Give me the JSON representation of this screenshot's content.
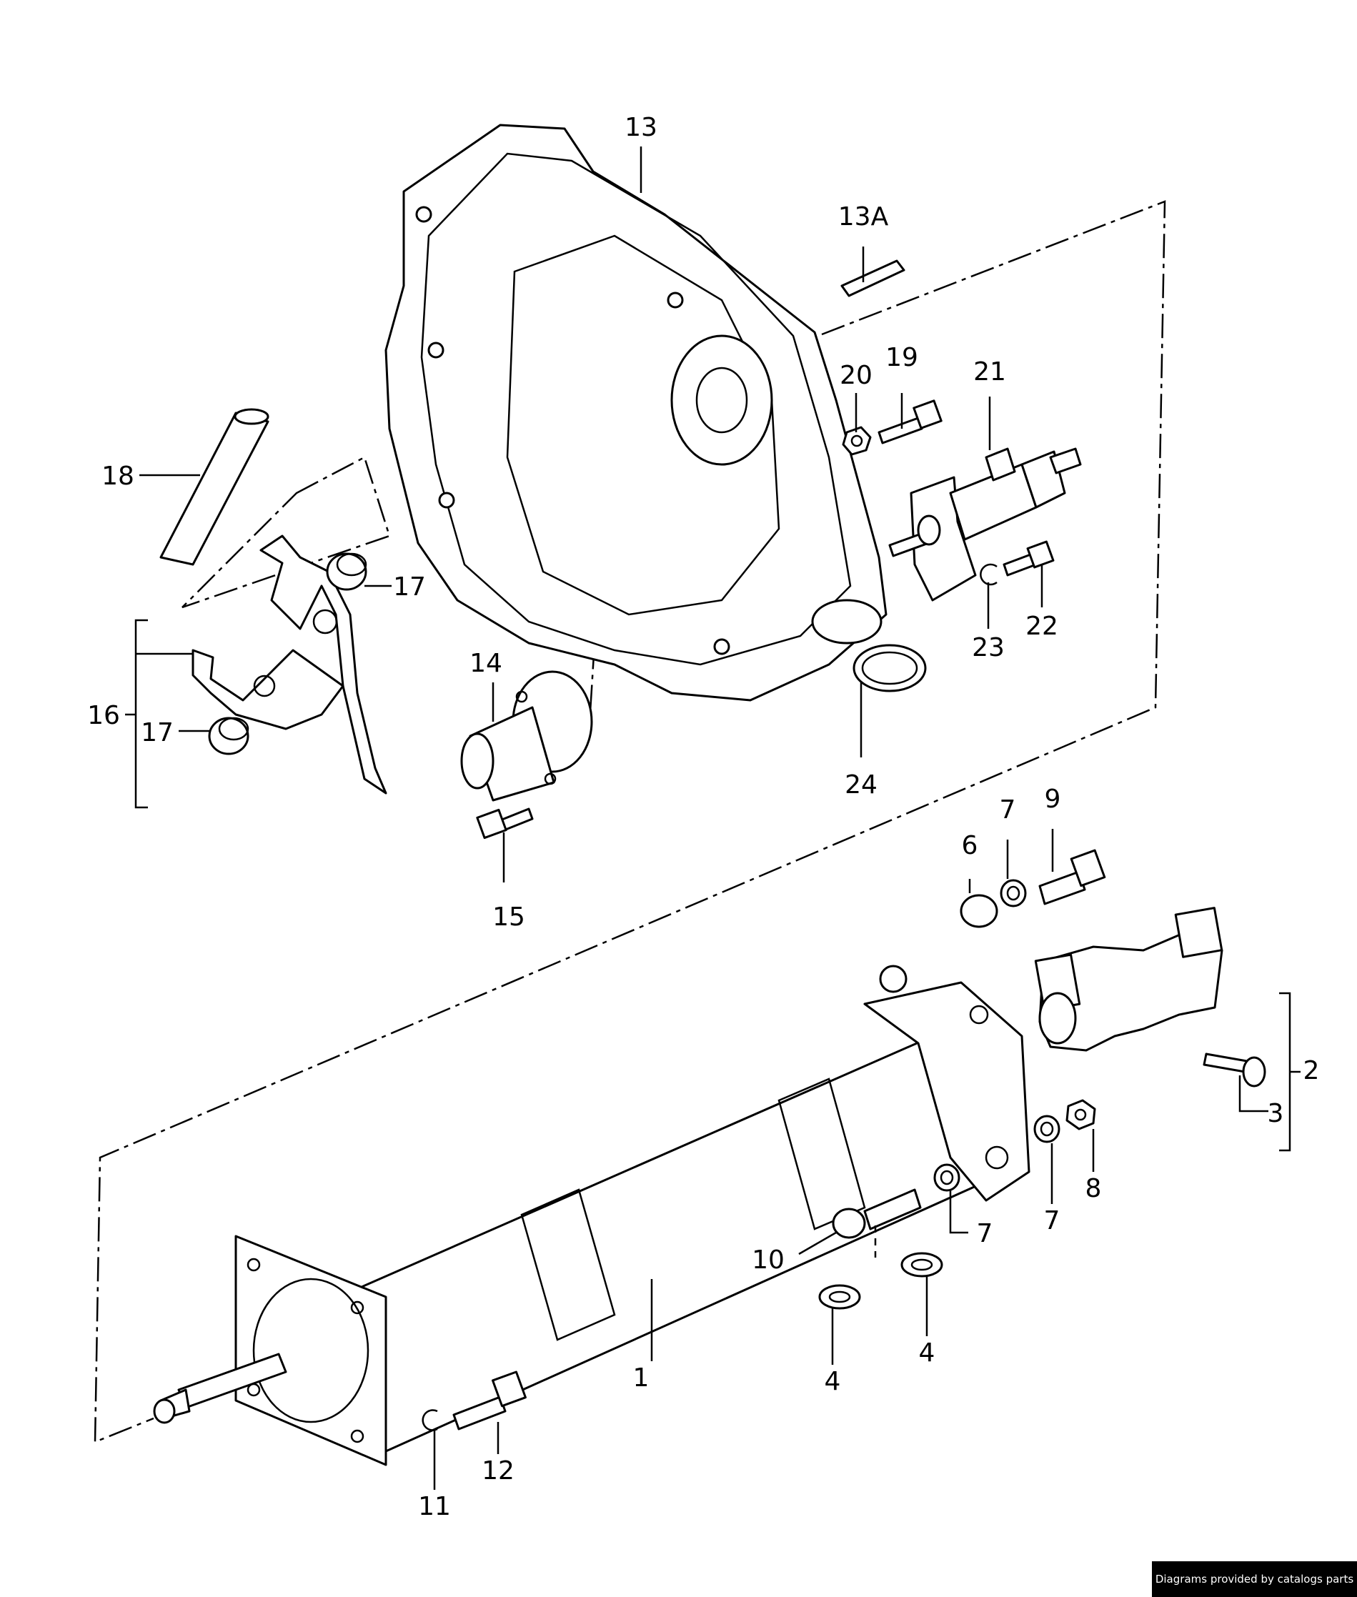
{
  "callouts": [
    {
      "id": "c1",
      "label": "1"
    },
    {
      "id": "c2",
      "label": "2"
    },
    {
      "id": "c3",
      "label": "3"
    },
    {
      "id": "c4a",
      "label": "4"
    },
    {
      "id": "c4b",
      "label": "4"
    },
    {
      "id": "c6",
      "label": "6"
    },
    {
      "id": "c7a",
      "label": "7"
    },
    {
      "id": "c7b",
      "label": "7"
    },
    {
      "id": "c7c",
      "label": "7"
    },
    {
      "id": "c8",
      "label": "8"
    },
    {
      "id": "c9",
      "label": "9"
    },
    {
      "id": "c10",
      "label": "10"
    },
    {
      "id": "c11",
      "label": "11"
    },
    {
      "id": "c12",
      "label": "12"
    },
    {
      "id": "c13",
      "label": "13"
    },
    {
      "id": "c13A",
      "label": "13A"
    },
    {
      "id": "c14",
      "label": "14"
    },
    {
      "id": "c15",
      "label": "15"
    },
    {
      "id": "c16",
      "label": "16"
    },
    {
      "id": "c17a",
      "label": "17"
    },
    {
      "id": "c17b",
      "label": "17"
    },
    {
      "id": "c18",
      "label": "18"
    },
    {
      "id": "c19",
      "label": "19"
    },
    {
      "id": "c20",
      "label": "20"
    },
    {
      "id": "c21",
      "label": "21"
    },
    {
      "id": "c22",
      "label": "22"
    },
    {
      "id": "c23",
      "label": "23"
    },
    {
      "id": "c24",
      "label": "24"
    }
  ],
  "credit": "Diagrams provided by catalogs parts"
}
